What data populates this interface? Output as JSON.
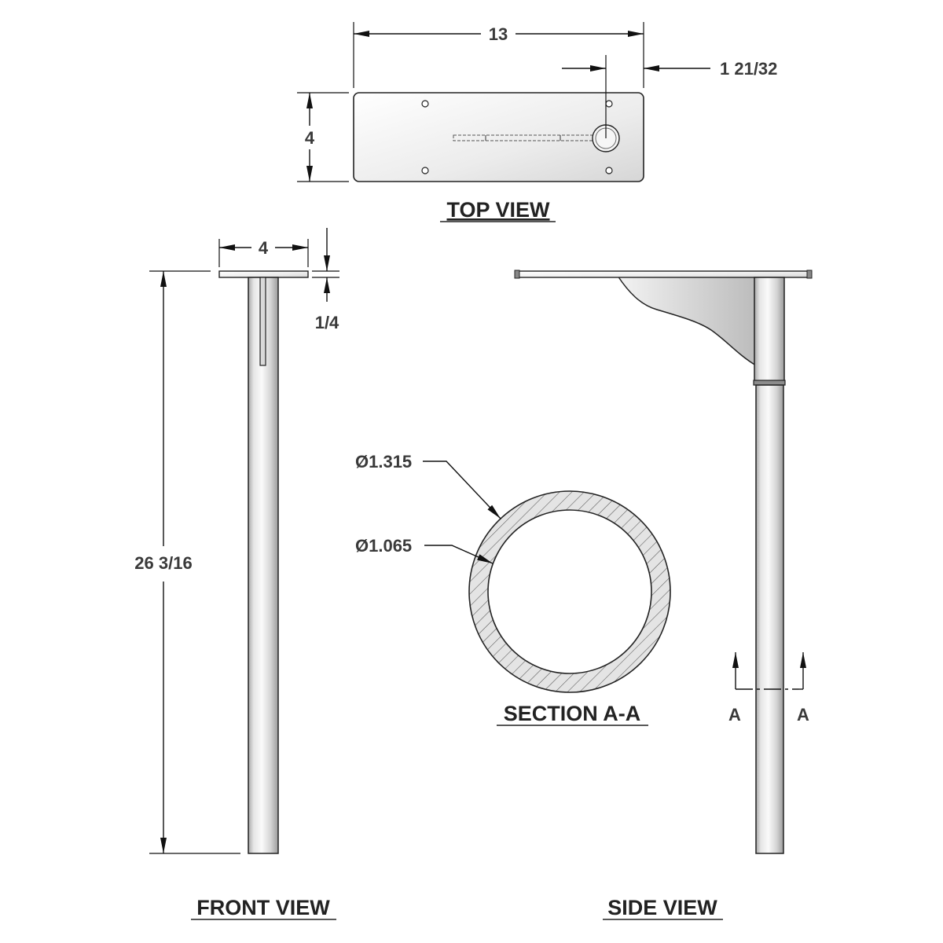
{
  "views": {
    "top": "TOP VIEW",
    "front": "FRONT VIEW",
    "side": "SIDE VIEW",
    "section": "SECTION A-A"
  },
  "dimensions": {
    "top_width": "13",
    "top_depth": "4",
    "top_offset": "1 21/32",
    "front_plate_width": "4",
    "plate_thickness": "1/4",
    "overall_height": "26 3/16",
    "outer_diameter": "Ø1.315",
    "inner_diameter": "Ø1.065"
  },
  "section_marks": {
    "left": "A",
    "right": "A"
  },
  "colors": {
    "line": "#111111",
    "text": "#3a3a3a",
    "metal_light": "#f4f4f4",
    "metal_mid": "#d2d2d2",
    "metal_dark": "#9a9a9a"
  }
}
